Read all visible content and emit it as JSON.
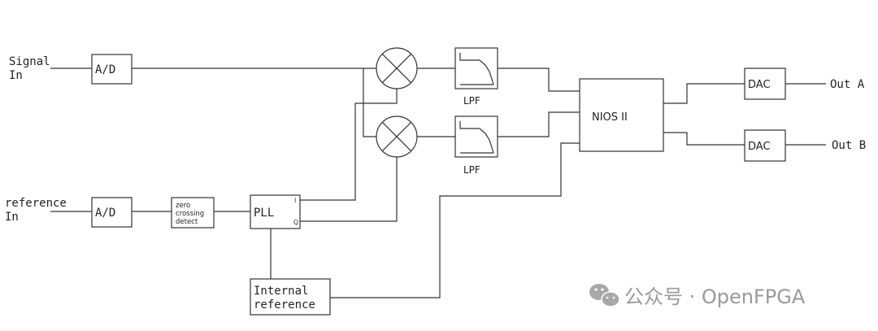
{
  "labels": {
    "signal_in_1": "Signal",
    "signal_in_2": "In",
    "reference_in_1": "reference",
    "reference_in_2": "In",
    "ad": "A/D",
    "zero_1": "zero",
    "zero_2": "crossing",
    "zero_3": "detect",
    "pll": "PLL",
    "pll_i": "I",
    "pll_q": "Q",
    "internal_1": "Internal",
    "internal_2": "reference",
    "lpf": "LPF",
    "nios": "NIOS II",
    "dac": "DAC",
    "out_a": "Out A",
    "out_b": "Out B"
  },
  "watermark": {
    "text": "公众号 · OpenFPGA"
  }
}
